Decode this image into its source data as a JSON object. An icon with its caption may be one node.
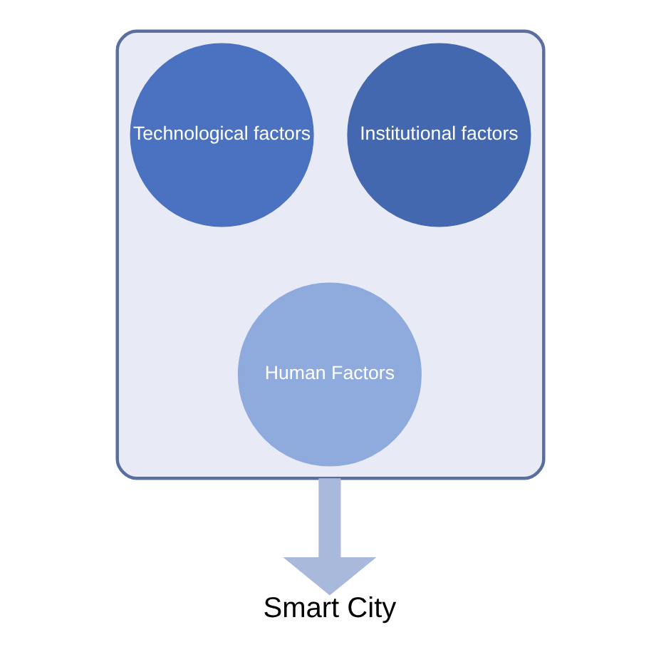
{
  "diagram": {
    "nodes": [
      {
        "text": [],
        "shape": "funnel"
      },
      {
        "text": [
          "Technological factors"
        ],
        "in": 0
      },
      {
        "text": [
          "Institutional factors"
        ],
        "in": 0
      },
      {
        "text": [
          "Human Factors"
        ],
        "in": 0
      },
      {
        "text": [
          "Smart City"
        ]
      }
    ],
    "edges": [
      {
        "from": 0,
        "to": 4,
        "arrow": "to"
      }
    ]
  }
}
